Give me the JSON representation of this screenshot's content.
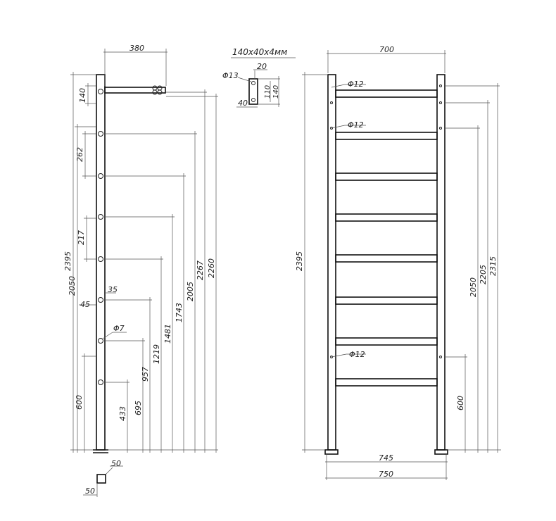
{
  "side_view": {
    "bracket_width": "380",
    "bracket_height": "140",
    "spacing_upper": "262",
    "spacing_lower": "217",
    "hole_offset": "35",
    "edge_offset": "45",
    "hole_diameter": "Φ7",
    "heights": [
      "2395",
      "2050",
      "600",
      "433",
      "695",
      "957",
      "1219",
      "1481",
      "1743",
      "2005",
      "2267",
      "2260"
    ],
    "post_section_w": "50",
    "post_section_h": "50"
  },
  "profile_detail": {
    "title": "140x40x4мм",
    "hole": "Φ13",
    "width_top": "20",
    "height_inner": "110",
    "height_outer": "140",
    "width_bottom": "40"
  },
  "front_view": {
    "width_top": "700",
    "hole_1": "Φ12",
    "hole_2": "Φ12",
    "hole_3": "Φ12",
    "height_left": "2395",
    "heights_right": [
      "2050",
      "2205",
      "2315",
      "600"
    ],
    "base_inner": "745",
    "base_outer": "750"
  }
}
